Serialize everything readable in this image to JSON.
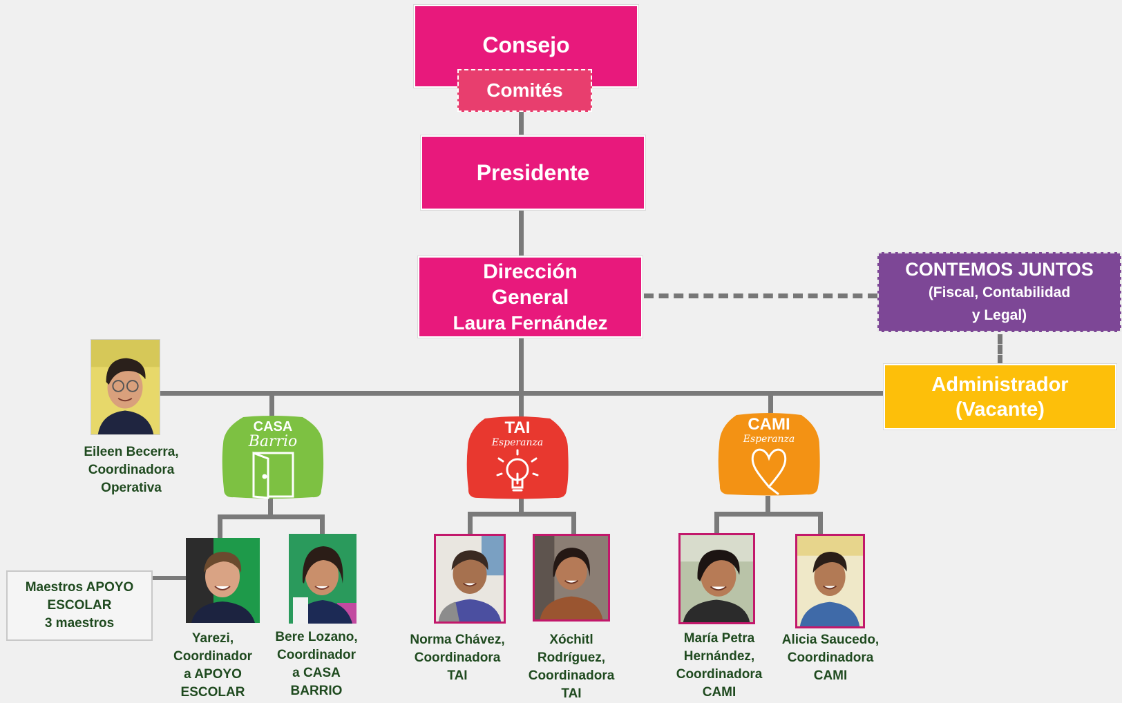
{
  "org": {
    "consejo": "Consejo",
    "comites": "Comités",
    "presidente": "Presidente",
    "direccion": {
      "line1": "Dirección",
      "line2": "General",
      "line3": "Laura Fernández"
    },
    "contemos": {
      "title": "CONTEMOS JUNTOS",
      "line2": "(Fiscal, Contabilidad",
      "line3": "y Legal)"
    },
    "administrador": {
      "line1": "Administrador",
      "line2": "(Vacante)"
    },
    "maestros": {
      "line1": "Maestros APOYO",
      "line2": "ESCOLAR",
      "line3": "3 maestros"
    }
  },
  "programs": {
    "casa": {
      "line1": "CASA",
      "line2": "Barrio",
      "color": "#7dc142"
    },
    "tai": {
      "line1": "TAI",
      "line2": "Esperanza",
      "color": "#e8382f"
    },
    "cami": {
      "line1": "CAMI",
      "line2": "Esperanza",
      "color": "#f39214"
    }
  },
  "people": {
    "eileen": {
      "l1": "Eileen Becerra,",
      "l2": "Coordinadora",
      "l3": "Operativa"
    },
    "yarezi": {
      "l1": "Yarezi,",
      "l2": "Coordinador",
      "l3": "a APOYO",
      "l4": "ESCOLAR"
    },
    "bere": {
      "l1": "Bere Lozano,",
      "l2": "Coordinador",
      "l3": "a CASA",
      "l4": "BARRIO"
    },
    "norma": {
      "l1": "Norma Chávez,",
      "l2": "Coordinadora",
      "l3": "TAI"
    },
    "xochitl": {
      "l1": "Xóchitl",
      "l2": "Rodríguez,",
      "l3": "Coordinadora",
      "l4": "TAI"
    },
    "maria": {
      "l1": "María Petra",
      "l2": "Hernández,",
      "l3": "Coordinadora",
      "l4": "CAMI"
    },
    "alicia": {
      "l1": "Alicia Saucedo,",
      "l2": "Coordinadora",
      "l3": "CAMI"
    }
  },
  "colors": {
    "pink": "#e8197c",
    "comites": "#e83e6e",
    "purple": "#7d4796",
    "gold": "#fdbf0a",
    "connector": "#7a7a7a"
  }
}
